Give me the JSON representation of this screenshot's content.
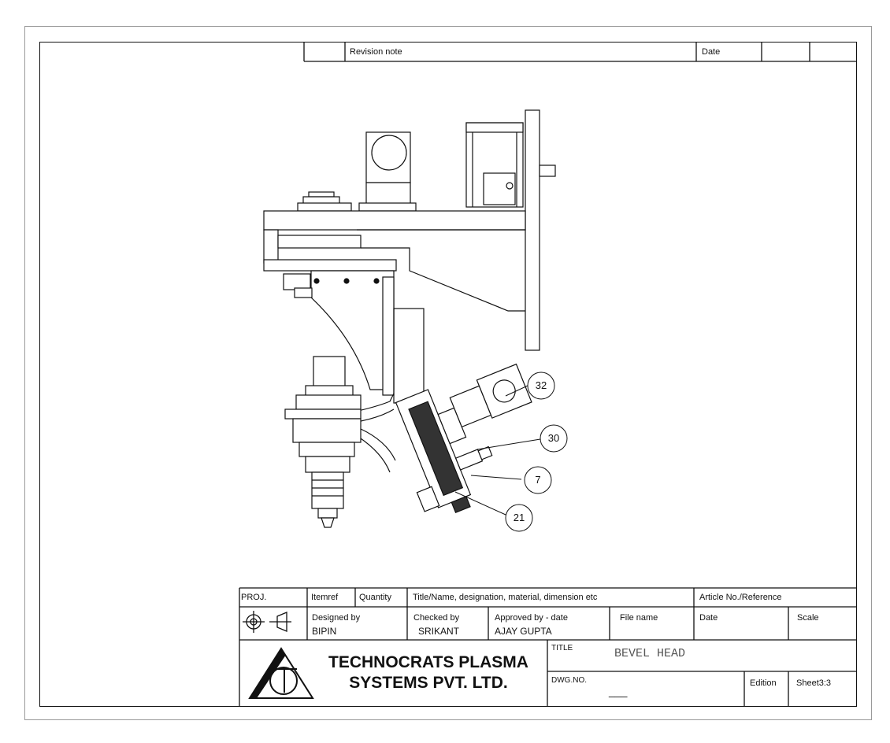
{
  "revision_block": {
    "revision_note_label": "Revision note",
    "date_label": "Date"
  },
  "balloons": [
    "32",
    "30",
    "7",
    "21"
  ],
  "title_block": {
    "proj_label": "PROJ.",
    "itemref_label": "Itemref",
    "quantity_label": "Quantity",
    "title_desc_label": "Title/Name, designation, material, dimension etc",
    "article_label": "Article No./Reference",
    "designed_by_label": "Designed by",
    "designed_by": "BIPIN",
    "checked_by_label": "Checked by",
    "checked_by": "SRIKANT",
    "approved_by_label": "Approved by - date",
    "approved_by": "AJAY GUPTA",
    "file_name_label": "File name",
    "date_label": "Date",
    "scale_label": "Scale",
    "company_line1": "TECHNOCRATS PLASMA",
    "company_line2": "SYSTEMS PVT. LTD.",
    "title_label": "TITLE",
    "title": "BEVEL HEAD",
    "dwg_no_label": "DWG.NO.",
    "dwg_no": "___",
    "edition_label": "Edition",
    "sheet_label": "Sheet3:3"
  }
}
